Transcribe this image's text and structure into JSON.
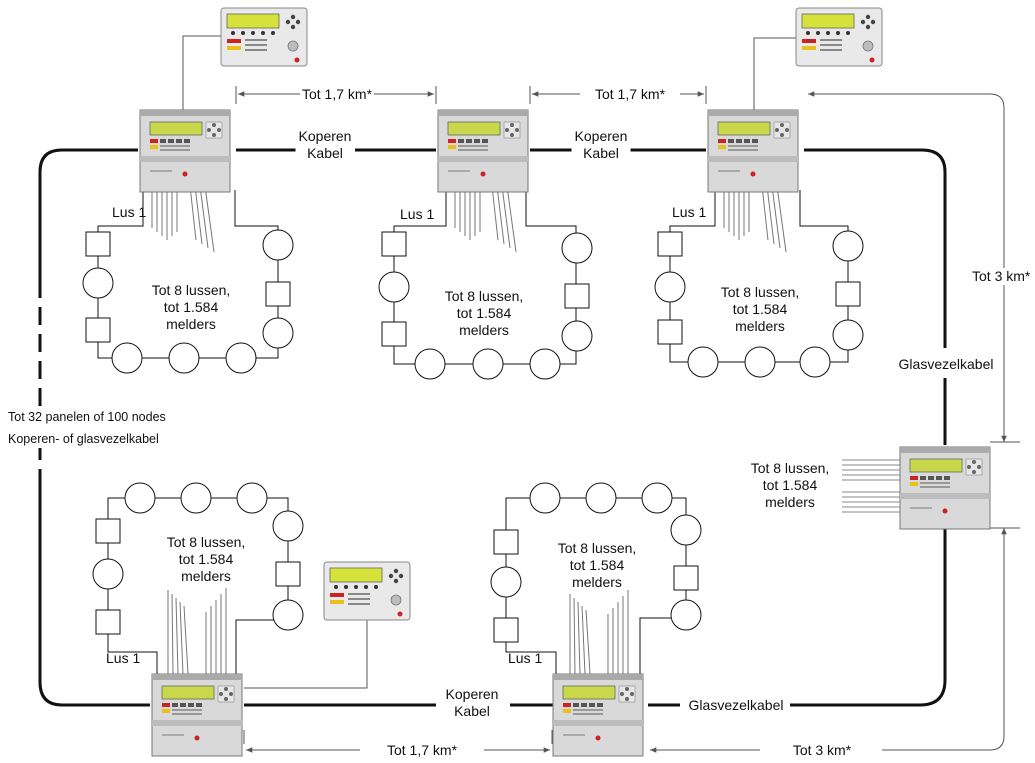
{
  "labels": {
    "distance_copper": "Tot 1,7 km*",
    "distance_fiber": "Tot 3 km*",
    "copper_cable_line1": "Koperen",
    "copper_cable_line2": "Kabel",
    "fiber_cable": "Glasvezelkabel",
    "loop": "Lus 1",
    "loop_capacity_line1": "Tot 8 lussen,",
    "loop_capacity_line2": "tot 1.584",
    "loop_capacity_line3": "melders",
    "network_note_line1": "Tot 32 panelen of 100 nodes",
    "network_note_line2": "Koperen- of glasvezelkabel"
  },
  "colors": {
    "cable": "#111111",
    "dimension": "#555555",
    "panel_body": "#d9d9d9",
    "panel_screen": "#c9d84a",
    "alarm_red": "#cc2222",
    "alarm_yellow": "#e8c21a"
  },
  "panels": [
    {
      "id": "panel-top-left",
      "repeater": true
    },
    {
      "id": "panel-top-center",
      "repeater": false
    },
    {
      "id": "panel-top-right",
      "repeater": true
    },
    {
      "id": "panel-right",
      "repeater": false
    },
    {
      "id": "panel-bottom-center",
      "repeater": false
    },
    {
      "id": "panel-bottom-left",
      "repeater": true
    }
  ]
}
